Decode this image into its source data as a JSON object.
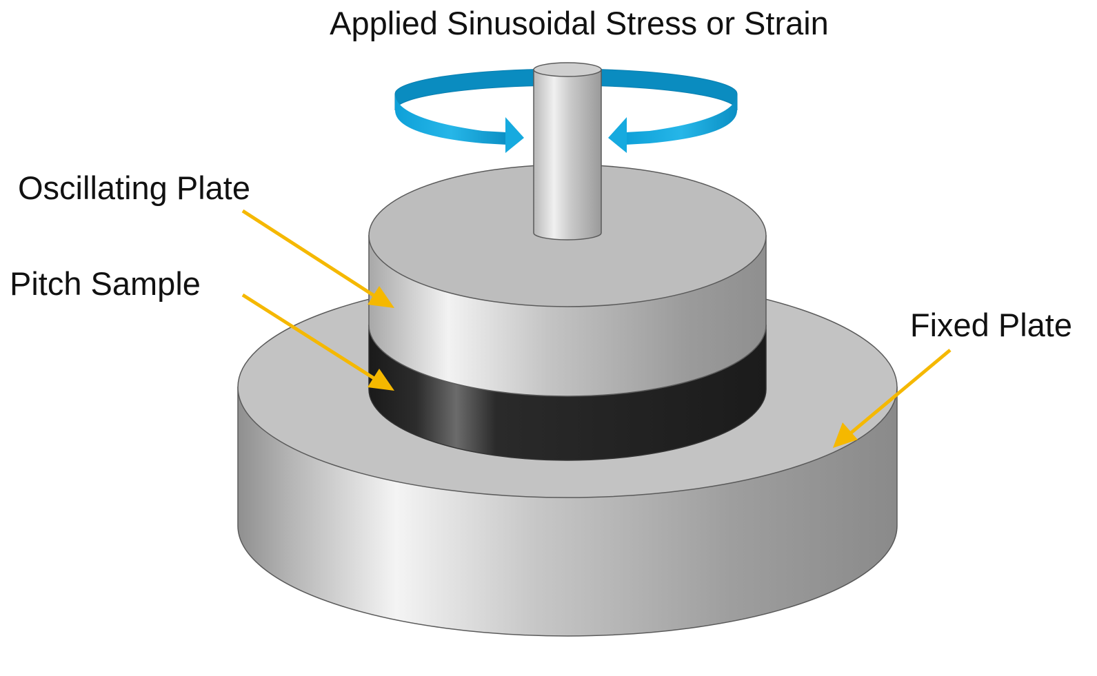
{
  "diagram": {
    "title": "Applied Sinusoidal Stress or Strain",
    "labels": {
      "oscillating_plate": "Oscillating Plate",
      "pitch_sample": "Pitch Sample",
      "fixed_plate": "Fixed Plate"
    }
  },
  "colors": {
    "rotation_arrow": "#1aa7dc",
    "pointer_arrow": "#f5b800",
    "metal_light": "#e6e6e6",
    "metal_dark": "#8a8a8a",
    "sample_dark": "#1c1c1c",
    "outline": "#555555"
  },
  "icons": {
    "rotation": "curved-double-arrow-icon",
    "pointer": "arrow-icon"
  }
}
